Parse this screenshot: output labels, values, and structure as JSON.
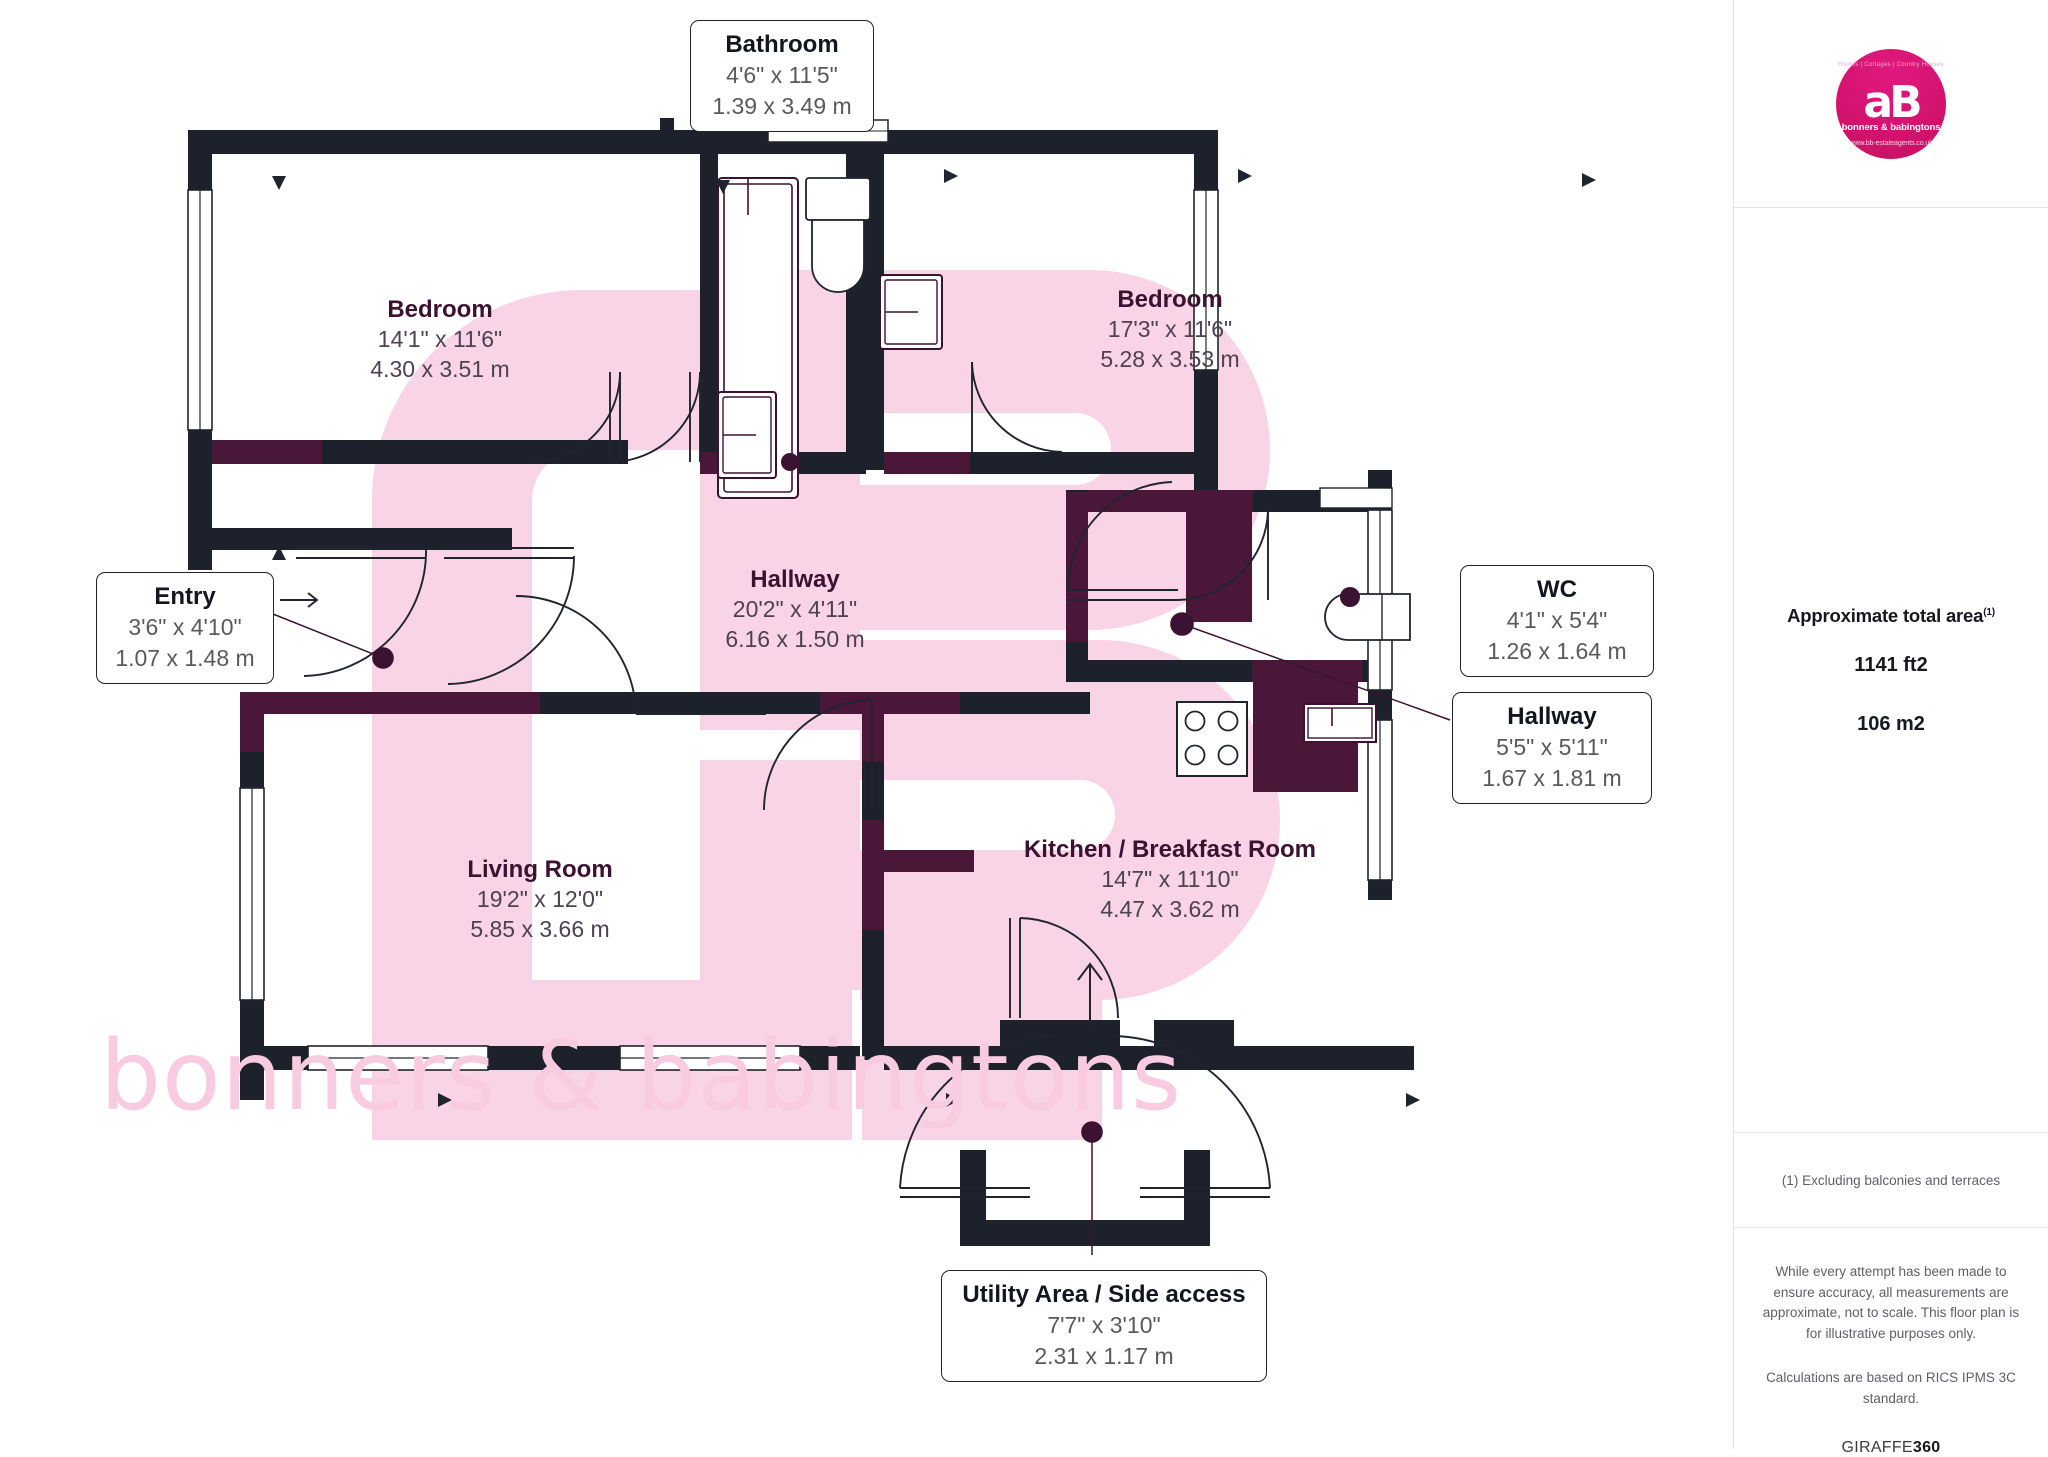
{
  "plan": {
    "watermark_text": "bonners & babingtons",
    "colors": {
      "wall_dark": "#1d212c",
      "wall_accent": "#4a1738",
      "room_highlight": "#f9d3e6",
      "logo_pink": "#d4136f",
      "label_name": "#3c1232",
      "label_dim": "#4d4152",
      "watermark": "#f9cbe0"
    },
    "rooms": [
      {
        "id": "bedroom-left",
        "name": "Bedroom",
        "imperial": "14'1\" x 11'6\"",
        "metric": "4.30 x 3.51 m"
      },
      {
        "id": "bedroom-right",
        "name": "Bedroom",
        "imperial": "17'3\" x 11'6\"",
        "metric": "5.28 x 3.53 m"
      },
      {
        "id": "hallway-main",
        "name": "Hallway",
        "imperial": "20'2\" x 4'11\"",
        "metric": "6.16 x 1.50 m"
      },
      {
        "id": "living-room",
        "name": "Living Room",
        "imperial": "19'2\" x 12'0\"",
        "metric": "5.85 x 3.66 m"
      },
      {
        "id": "kitchen",
        "name": "Kitchen / Breakfast Room",
        "imperial": "14'7\" x 11'10\"",
        "metric": "4.47 x 3.62 m"
      }
    ],
    "callouts": [
      {
        "id": "bathroom",
        "name": "Bathroom",
        "imperial": "4'6\" x 11'5\"",
        "metric": "1.39 x 3.49 m"
      },
      {
        "id": "entry",
        "name": "Entry",
        "imperial": "3'6\" x 4'10\"",
        "metric": "1.07 x 1.48 m"
      },
      {
        "id": "wc",
        "name": "WC",
        "imperial": "4'1\" x 5'4\"",
        "metric": "1.26 x 1.64 m"
      },
      {
        "id": "hallway2",
        "name": "Hallway",
        "imperial": "5'5\" x 5'11\"",
        "metric": "1.67 x 1.81 m"
      },
      {
        "id": "utility",
        "name": "Utility Area / Side access",
        "imperial": "7'7\" x 3'10\"",
        "metric": "2.31 x 1.17 m"
      }
    ],
    "fixtures": [
      "bathtub",
      "toilet",
      "sink-basin",
      "sink-basin-2",
      "hob-four-burner",
      "kitchen-sink",
      "wc-basin"
    ]
  },
  "sidebar": {
    "logo": {
      "tagline": "Homes | Cottages | Country Houses",
      "monogram": "aB",
      "name": "bonners & babingtons",
      "url": "www.bb-estateagents.co.uk"
    },
    "area": {
      "title": "Approximate total area",
      "title_footnote": "(1)",
      "feet": "1141 ft2",
      "meters": "106 m2"
    },
    "footnote": "(1) Excluding balconies and terraces",
    "disclaimer_1": "While every attempt has been made to ensure accuracy, all measurements are approximate, not to scale. This floor plan is for illustrative purposes only.",
    "disclaimer_2": "Calculations are based on RICS IPMS 3C standard.",
    "brand_prefix": "GIRAFFE",
    "brand_suffix": "360"
  }
}
